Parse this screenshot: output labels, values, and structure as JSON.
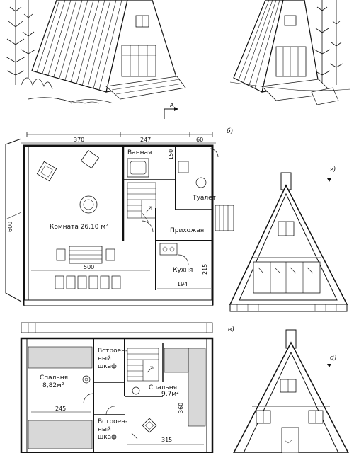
{
  "figure_marks": {
    "section_arrow": "A",
    "plan_ground": "б)",
    "plan_attic": "в)",
    "elevation_front": "г)",
    "elevation_back": "д)"
  },
  "ground_floor": {
    "rooms": {
      "bathroom": "Ванная",
      "toilet": "Туалет",
      "hall": "Прихожая",
      "kitchen": "Кухня",
      "living_room": "Комната 26,10 м²"
    },
    "dimensions": {
      "top_left": "370",
      "top_mid": "247",
      "top_right": "60",
      "bath_height": "150",
      "left_height": "600",
      "bottom_width": "500",
      "kitchen_height": "215",
      "kitchen_width": "194"
    }
  },
  "attic_floor": {
    "rooms": {
      "closet_top_1": "Встроен-",
      "closet_top_2": "ный",
      "closet_top_3": "шкаф",
      "bedroom_left_1": "Спальня",
      "bedroom_left_2": "8,82м²",
      "bedroom_right_1": "Спальня",
      "bedroom_right_2": "9,7м²",
      "closet_bottom_1": "Встроен-",
      "closet_bottom_2": "ный",
      "closet_bottom_3": "шкаф"
    },
    "dimensions": {
      "left_width": "245",
      "right_width": "315",
      "right_height": "360"
    }
  }
}
